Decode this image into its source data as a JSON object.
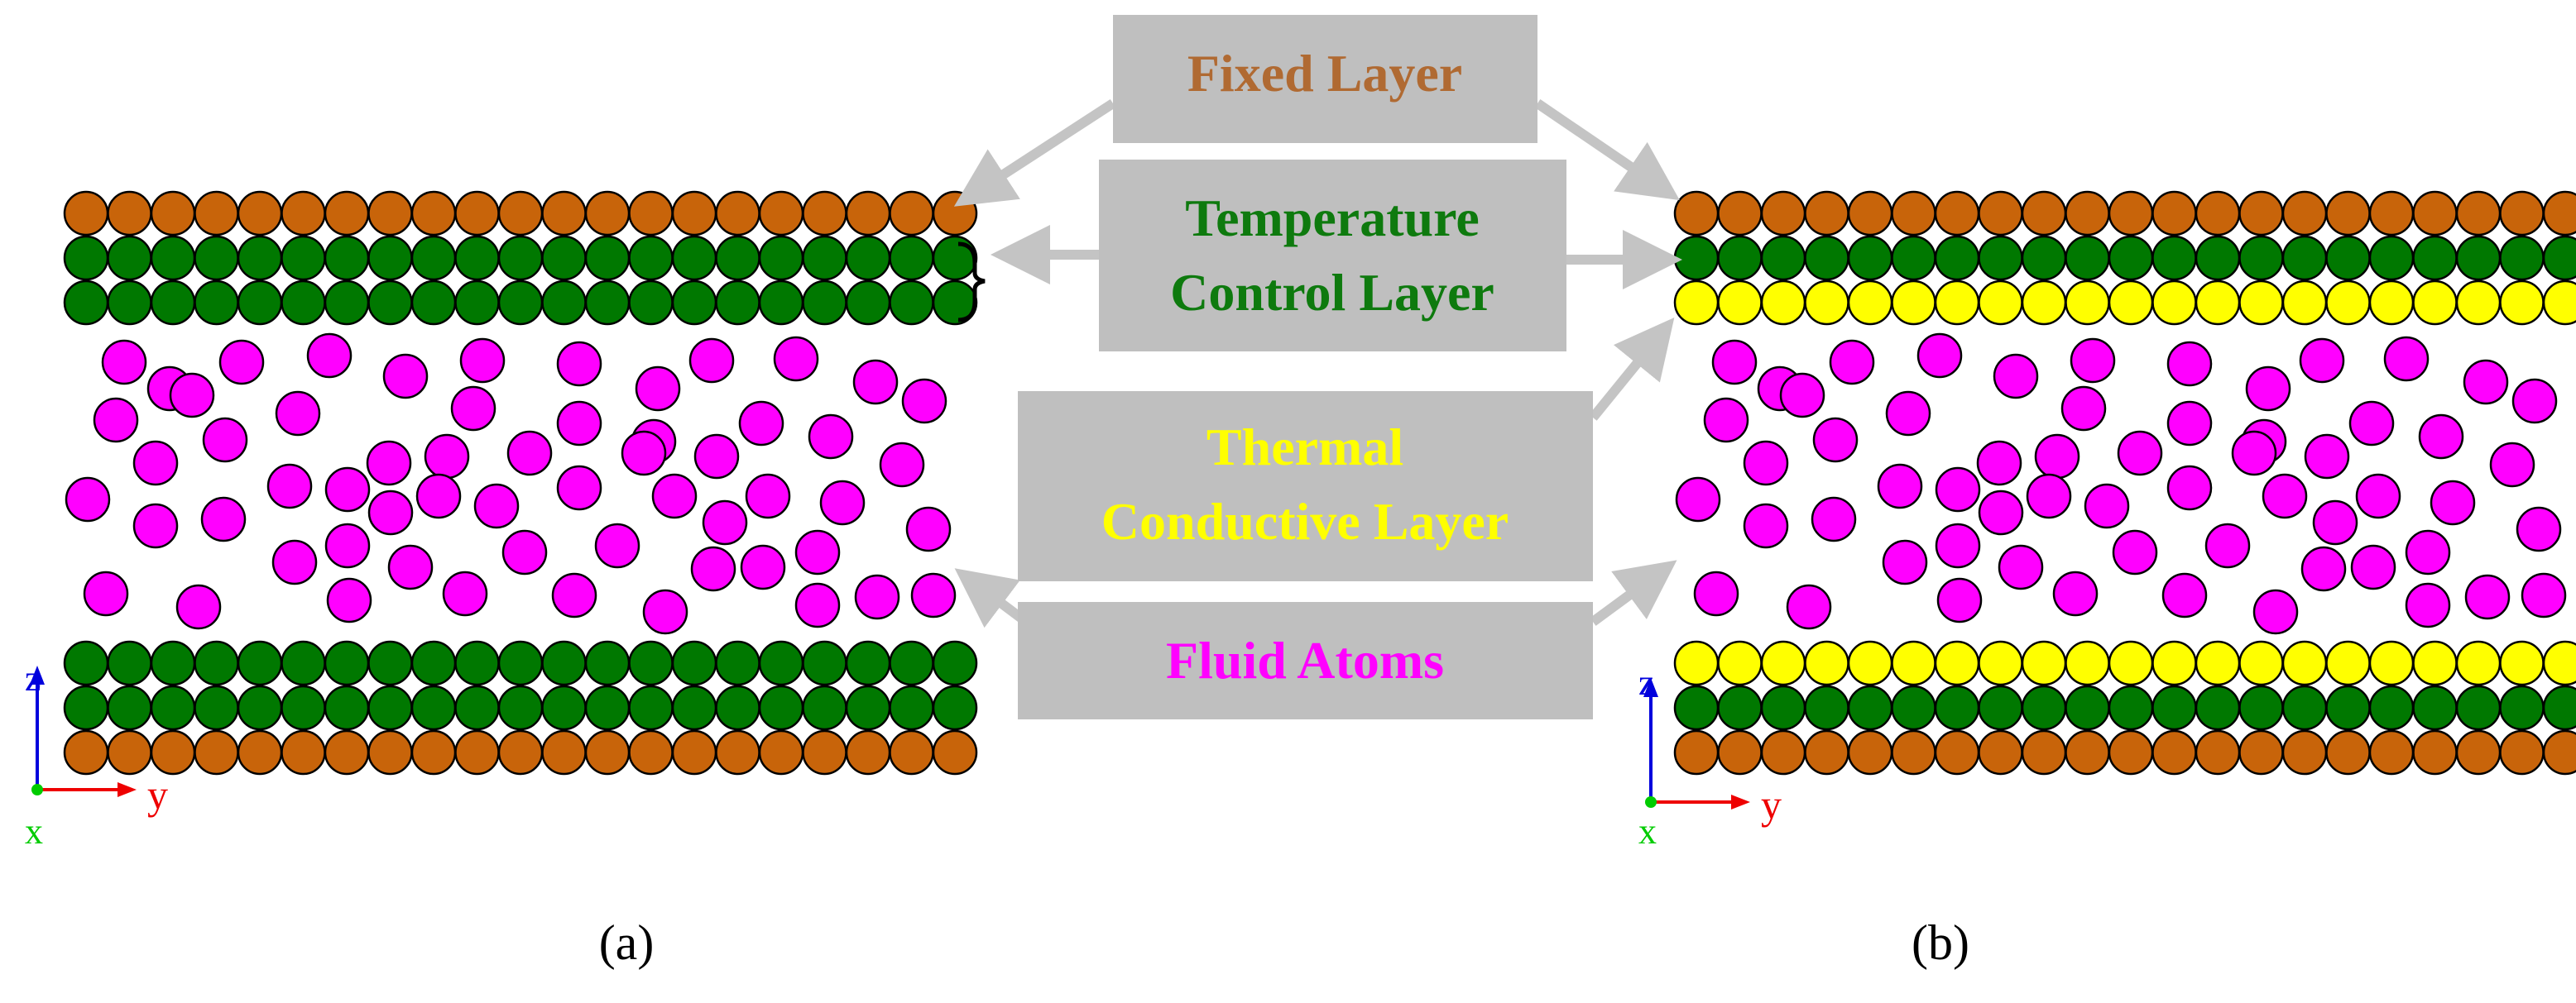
{
  "colors": {
    "fixed": "#c8640a",
    "temperature_control": "#007800",
    "thermal_conductive": "#ffff00",
    "fluid": "#ff00ff",
    "box_fill": "#bfbfbf",
    "arrow": "#c4c4c4",
    "axis_z": "#0000dd",
    "axis_y": "#ee0000",
    "axis_x": "#00cc00"
  },
  "labels": {
    "fixed_layer": "Fixed Layer",
    "temperature_control_line1": "Temperature",
    "temperature_control_line2": "Control Layer",
    "thermal_conductive_line1": "Thermal",
    "thermal_conductive_line2": "Conductive Layer",
    "fluid_atoms": "Fluid Atoms"
  },
  "axes": {
    "z": "z",
    "y": "y",
    "x": "x"
  },
  "panels": [
    {
      "caption": "(a)",
      "top_rows": [
        "fixed",
        "temperature_control",
        "temperature_control"
      ],
      "bottom_rows": [
        "temperature_control",
        "temperature_control",
        "fixed"
      ]
    },
    {
      "caption": "(b)",
      "top_rows": [
        "fixed",
        "temperature_control",
        "thermal_conductive"
      ],
      "bottom_rows": [
        "thermal_conductive",
        "temperature_control",
        "fixed"
      ]
    }
  ]
}
